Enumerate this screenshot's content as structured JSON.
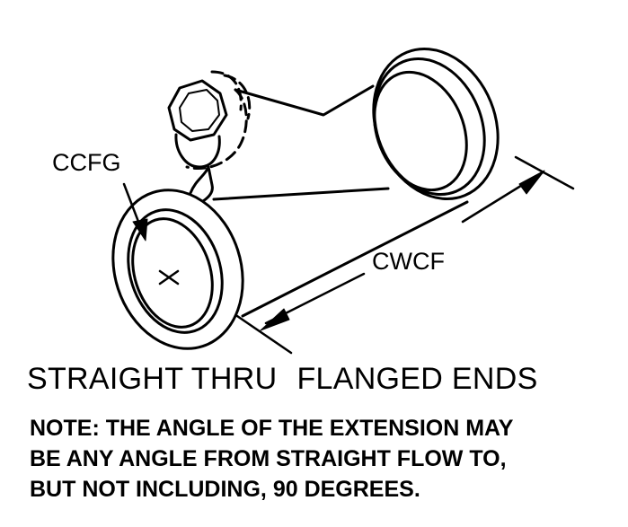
{
  "labels": {
    "ccfg": "CCFG",
    "cwcf": "CWCF"
  },
  "title": {
    "part1": "STRAIGHT THRU",
    "part2": "FLANGED ENDS"
  },
  "note": {
    "line1": "NOTE: THE ANGLE OF THE EXTENSION MAY",
    "line2": "BE ANY ANGLE FROM STRAIGHT FLOW TO,",
    "line3": "BUT NOT INCLUDING, 90 DEGREES."
  }
}
